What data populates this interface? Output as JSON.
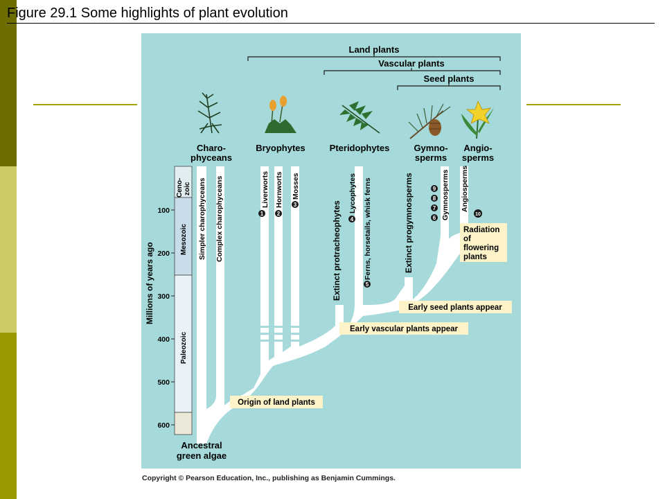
{
  "slide": {
    "title": "Figure 29.1  Some highlights of plant evolution",
    "copyright": "Copyright © Pearson Education, Inc., publishing as Benjamin Cummings."
  },
  "colors": {
    "panel_bg": "#a6dada",
    "branch": "#ffffff",
    "label_box": "#fdf3c8",
    "sidebar_top": "#6e6e00",
    "sidebar_mid": "#cccc66",
    "sidebar_bottom": "#999900",
    "rule_accent": "#a3a300"
  },
  "diagram": {
    "brackets": {
      "land_plants": "Land plants",
      "vascular_plants": "Vascular plants",
      "seed_plants": "Seed plants"
    },
    "groups": {
      "charophyceans": [
        "Charo-",
        "phyceans"
      ],
      "bryophytes": "Bryophytes",
      "pteridophytes": "Pteridophytes",
      "gymnosperms": [
        "Gymno-",
        "sperms"
      ],
      "angiosperms": [
        "Angio-",
        "sperms"
      ]
    },
    "time_axis": {
      "label": "Millions of years ago",
      "ticks": [
        "100",
        "200",
        "300",
        "400",
        "500",
        "600"
      ],
      "eras": {
        "cenozoic": [
          "Ceno-",
          "zoic"
        ],
        "mesozoic": "Mesozoic",
        "paleozoic": "Paleozoic"
      }
    },
    "lineages": {
      "simpler_charophyceans": "Simpler charophyceans",
      "complex_charophyceans": "Complex charophyceans",
      "liverworts": "Liverworts",
      "hornworts": "Hornworts",
      "mosses": "Mosses",
      "extinct_protracheophytes": "Extinct protracheophytes",
      "lycophytes": "Lycophytes",
      "ferns": "Ferns, horsetails, whisk ferns",
      "extinct_progymnosperms": "Extinct progymnosperms",
      "gymnosperms": "Gymnosperms",
      "angiosperms": "Angiosperms"
    },
    "markers": [
      "1",
      "2",
      "3",
      "4",
      "5",
      "6",
      "7",
      "8",
      "9",
      "10"
    ],
    "events": {
      "origin_land_plants": "Origin of land plants",
      "early_vascular": "Early vascular plants appear",
      "early_seed": "Early seed plants appear",
      "radiation": [
        "Radiation",
        "of",
        "flowering",
        "plants"
      ]
    },
    "root": [
      "Ancestral",
      "green algae"
    ]
  }
}
